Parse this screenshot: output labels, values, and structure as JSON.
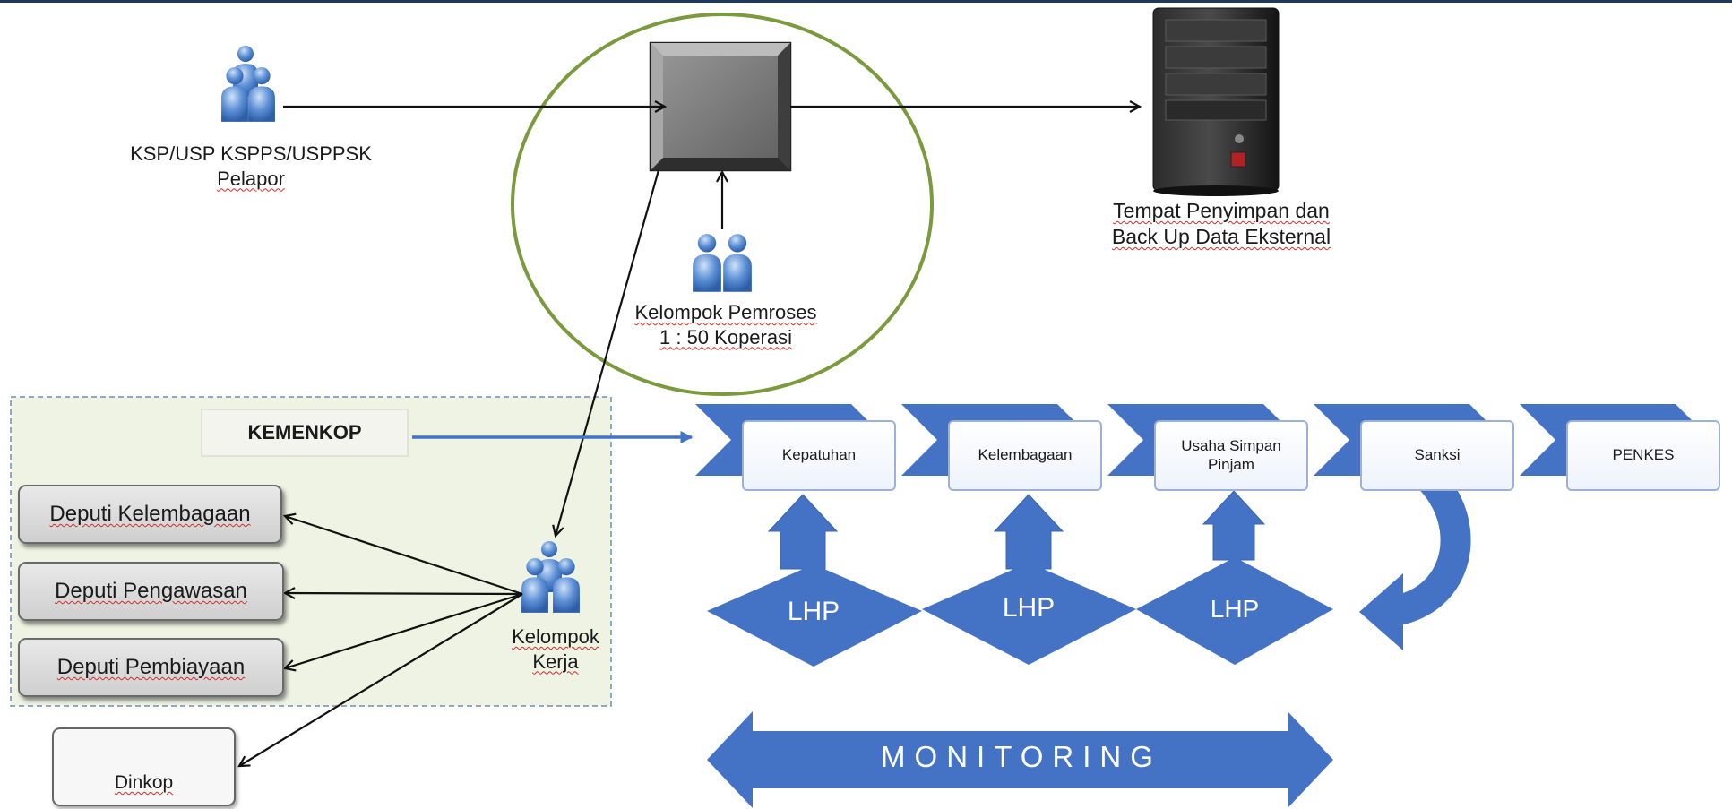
{
  "actors": {
    "pelapor": {
      "line1": "KSP/USP KSPPS/USPPSK",
      "line2": "Pelapor"
    },
    "pemroses": {
      "line1": "Kelompok Pemroses",
      "line2": "1 : 50 Koperasi"
    },
    "kerja": {
      "line1": "Kelompok",
      "line2": "Kerja"
    }
  },
  "server": {
    "line1": "Tempat Penyimpan dan",
    "line2": "Back Up Data Eksternal"
  },
  "kemenkop": {
    "title": "KEMENKOP",
    "deputies": [
      "Deputi Kelembagaan",
      "Deputi Pengawasan",
      "Deputi Pembiayaan"
    ]
  },
  "dinkop": "Dinkop",
  "steps": [
    {
      "line1": "Kepatuhan",
      "line2": ""
    },
    {
      "line1": "Kelembagaan",
      "line2": ""
    },
    {
      "line1": "Usaha Simpan",
      "line2": "Pinjam"
    },
    {
      "line1": "Sanksi",
      "line2": ""
    },
    {
      "line1": "PENKES",
      "line2": ""
    }
  ],
  "lhp": [
    "LHP",
    "LHP",
    "LHP"
  ],
  "monitoring": "MONITORING",
  "colors": {
    "blue": "#4472c4",
    "green_panel": "#eef3e3",
    "circle": "#7a9a3d",
    "top_bar": "#1f3a5f"
  }
}
